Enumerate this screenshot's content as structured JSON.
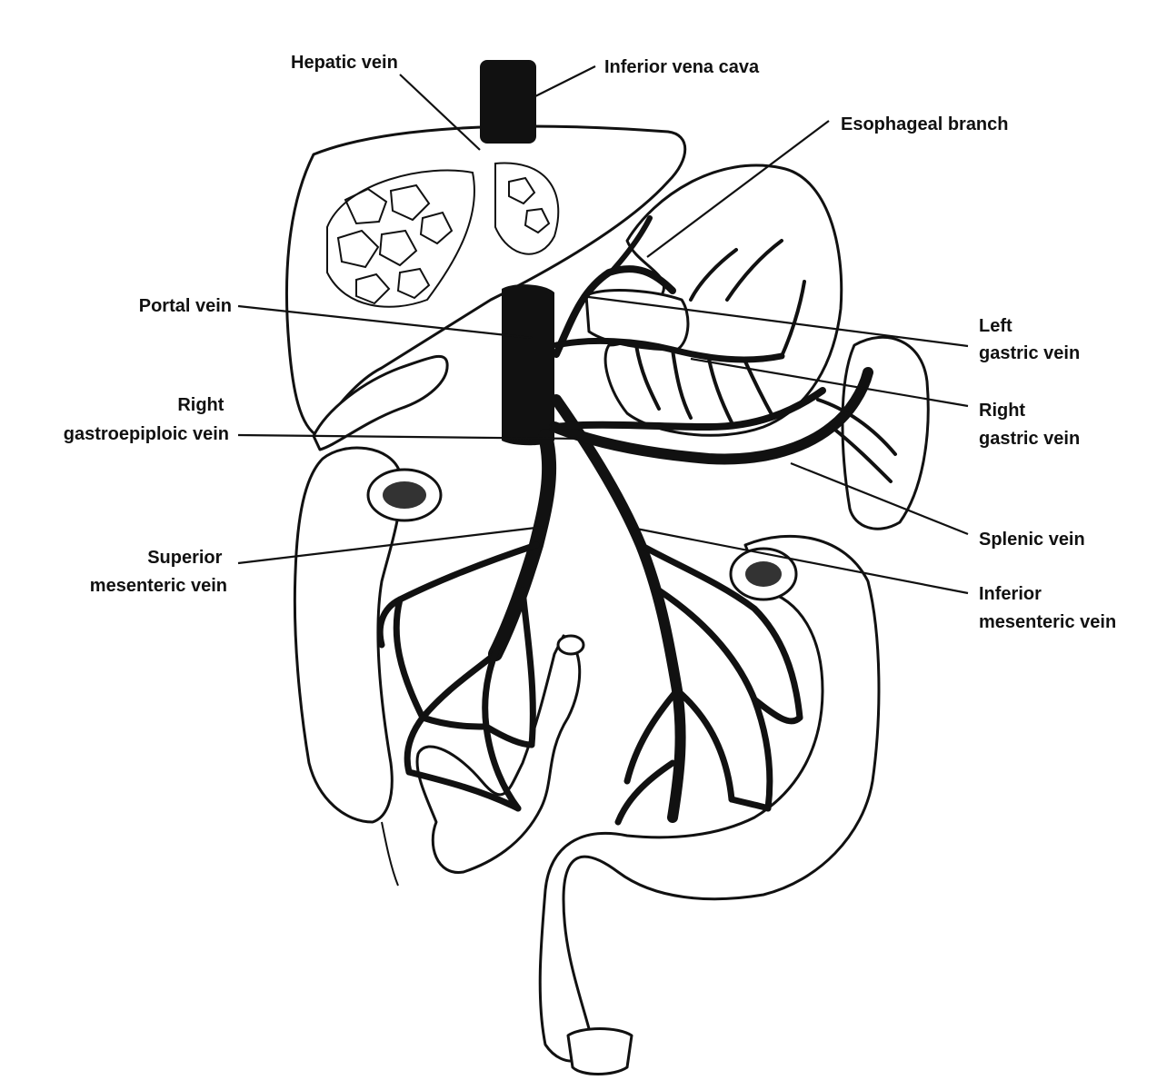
{
  "labels": {
    "hepatic_vein": "Hepatic vein",
    "inferior_vena_cava": "Inferior vena cava",
    "esophageal_branch": "Esophageal branch",
    "portal_vein": "Portal vein",
    "left_gastric_vein": [
      "Left",
      "gastric vein"
    ],
    "right_gastroepiploic_vein": [
      "Right",
      "gastroepiploic vein"
    ],
    "right_gastric_vein": [
      "Right",
      "gastric vein"
    ],
    "splenic_vein": "Splenic vein",
    "superior_mesenteric_vein": [
      "Superior",
      "mesenteric vein"
    ],
    "inferior_mesenteric_vein": [
      "Inferior",
      "mesenteric vein"
    ]
  },
  "colors": {
    "ink": "#111111",
    "background": "#ffffff"
  }
}
